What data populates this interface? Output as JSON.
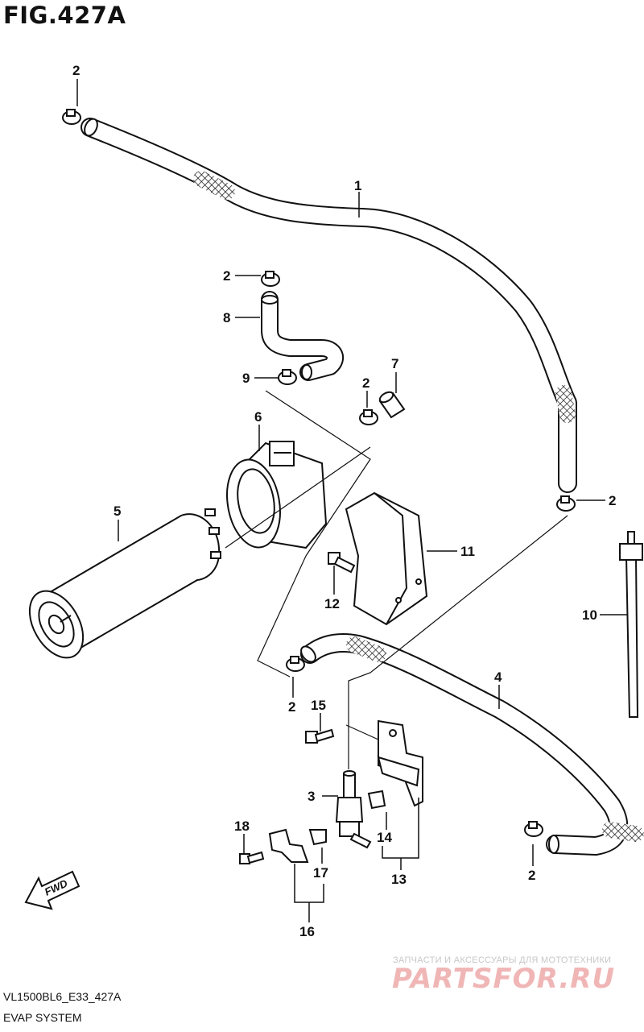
{
  "header": {
    "figure_title": "FIG.427A"
  },
  "footer": {
    "model_code": "VL1500BL6_E33_427A",
    "system_name": "EVAP SYSTEM"
  },
  "fwd_label": "FWD",
  "watermark": {
    "tagline": "ЗАПЧАСТИ И АКСЕССУАРЫ ДЛЯ МОТОТЕХНИКИ",
    "brand": "PARTSFOR.RU"
  },
  "callouts": {
    "c2a": "2",
    "c1": "1",
    "c2b": "2",
    "c8": "8",
    "c9": "9",
    "c2c": "2",
    "c7": "7",
    "c6": "6",
    "c5": "5",
    "c2d": "2",
    "c11": "11",
    "c12": "12",
    "c10": "10",
    "c4": "4",
    "c2e": "2",
    "c15": "15",
    "c3": "3",
    "c18": "18",
    "c14": "14",
    "c17": "17",
    "c13": "13",
    "c2f": "2",
    "c16": "16"
  },
  "colors": {
    "line": "#111111",
    "watermark_red": "#f0b6b6",
    "watermark_gray": "#c7c7c7"
  }
}
